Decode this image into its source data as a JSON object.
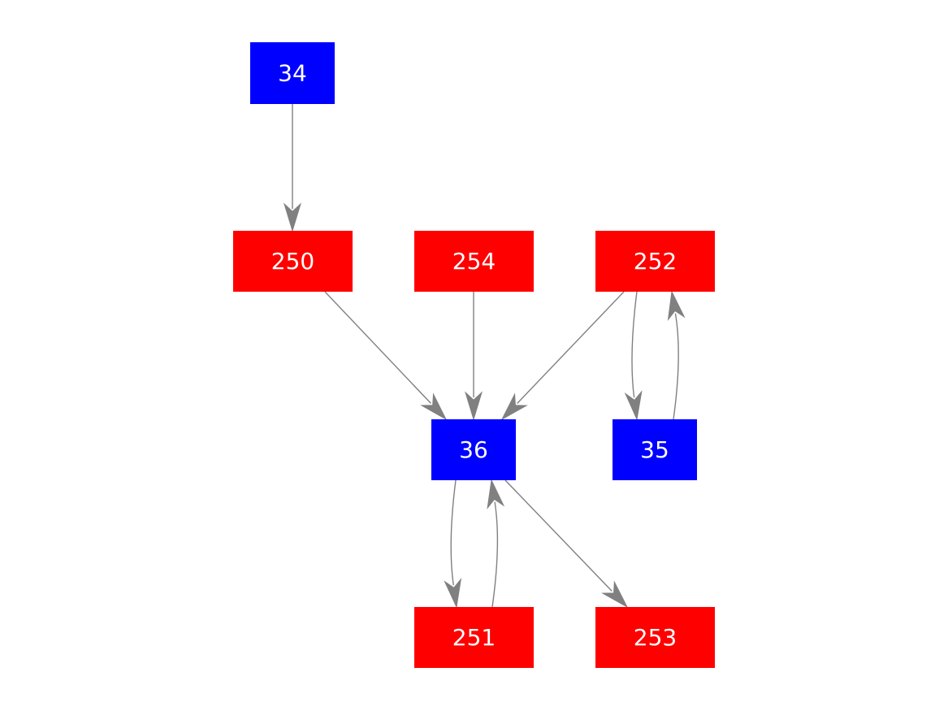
{
  "colors": {
    "primary_node": "#0000ff",
    "secondary_node": "#ff0000",
    "edge": "#808080",
    "label": "#ffffff"
  },
  "nodes": [
    {
      "id": "34",
      "label": "34",
      "kind": "primary_node"
    },
    {
      "id": "250",
      "label": "250",
      "kind": "secondary_node"
    },
    {
      "id": "254",
      "label": "254",
      "kind": "secondary_node"
    },
    {
      "id": "252",
      "label": "252",
      "kind": "secondary_node"
    },
    {
      "id": "36",
      "label": "36",
      "kind": "primary_node"
    },
    {
      "id": "35",
      "label": "35",
      "kind": "primary_node"
    },
    {
      "id": "251",
      "label": "251",
      "kind": "secondary_node"
    },
    {
      "id": "253",
      "label": "253",
      "kind": "secondary_node"
    }
  ],
  "edges": [
    {
      "from": "34",
      "to": "250"
    },
    {
      "from": "250",
      "to": "36"
    },
    {
      "from": "254",
      "to": "36"
    },
    {
      "from": "252",
      "to": "36"
    },
    {
      "from": "252",
      "to": "35"
    },
    {
      "from": "35",
      "to": "252"
    },
    {
      "from": "36",
      "to": "251"
    },
    {
      "from": "251",
      "to": "36"
    },
    {
      "from": "36",
      "to": "253"
    }
  ]
}
